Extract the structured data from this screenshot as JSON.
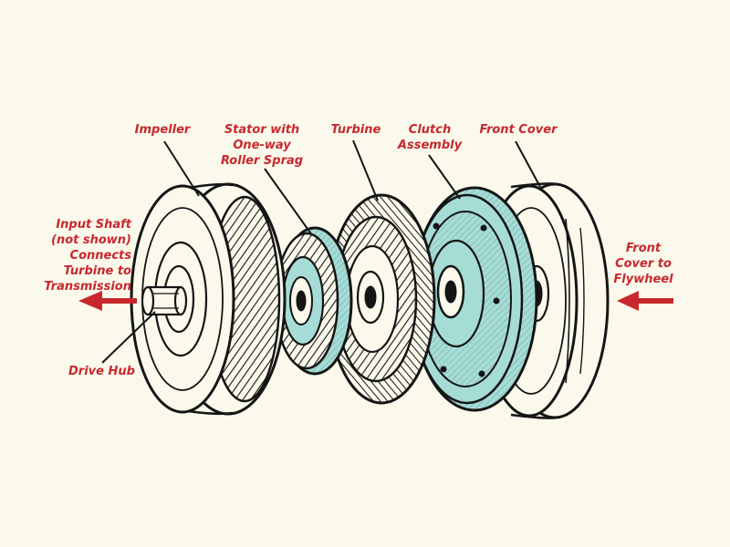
{
  "colors": {
    "background": "#fbf9ec",
    "label": "#c8282d",
    "ink": "#151515",
    "teal": "#a6dcd6"
  },
  "labels": {
    "impeller": "Impeller",
    "stator": [
      "Stator with",
      "One-way",
      "Roller Sprag"
    ],
    "turbine": "Turbine",
    "clutch": [
      "Clutch",
      "Assembly"
    ],
    "front_cover": "Front Cover",
    "input_shaft": [
      "Input Shaft",
      "(not shown)",
      "Connects",
      "Turbine to",
      "Transmission"
    ],
    "drive_hub": "Drive Hub",
    "front_cover_flywheel": [
      "Front",
      "Cover to",
      "Flywheel"
    ]
  }
}
